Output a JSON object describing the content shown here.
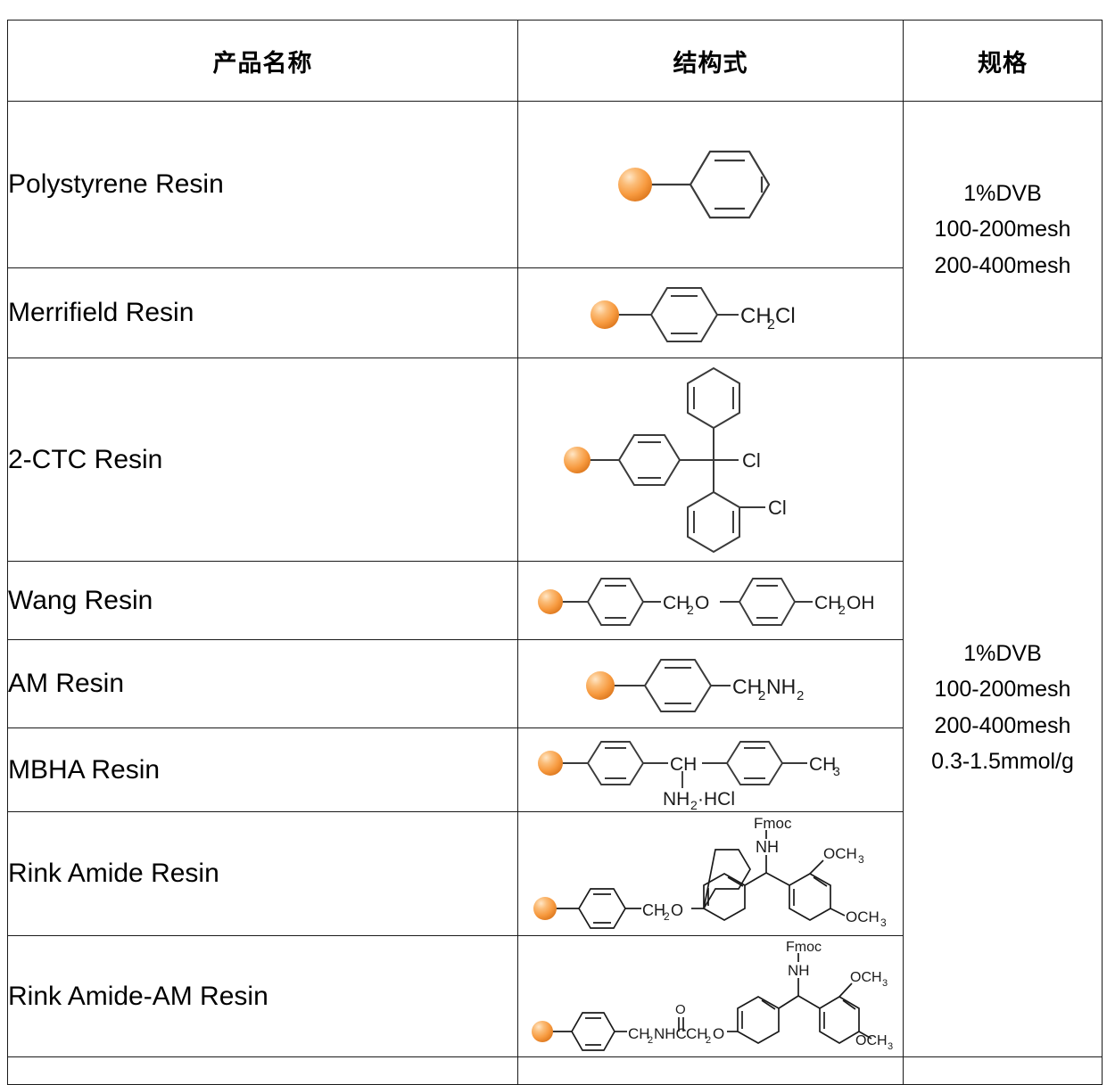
{
  "table": {
    "headers": {
      "product_name": "产品名称",
      "structure": "结构式",
      "specification": "规格"
    },
    "rows": [
      {
        "name": "Polystyrene Resin",
        "structure_type": "polystyrene"
      },
      {
        "name": "Merrifield Resin",
        "structure_type": "merrifield"
      },
      {
        "name": "2-CTC Resin",
        "structure_type": "ctc"
      },
      {
        "name": "Wang Resin",
        "structure_type": "wang"
      },
      {
        "name": "AM Resin",
        "structure_type": "am"
      },
      {
        "name": "MBHA Resin",
        "structure_type": "mbha"
      },
      {
        "name": "Rink Amide Resin",
        "structure_type": "rink-amide"
      },
      {
        "name": "Rink Amide-AM Resin",
        "structure_type": "rink-amide-am"
      }
    ],
    "spec_first": {
      "line1": "1%DVB",
      "line2": "100-200mesh",
      "line3": "200-400mesh"
    },
    "spec_second": {
      "line1": "1%DVB",
      "line2": "100-200mesh",
      "line3": "200-400mesh",
      "line4": "0.3-1.5mmol/g"
    }
  },
  "structure_labels": {
    "merrifield": {
      "ch2cl_c": "CH",
      "ch2cl_sub": "2",
      "ch2cl_cl": "Cl"
    },
    "ctc": {
      "cl_center": "Cl",
      "cl_ortho": "Cl"
    },
    "wang": {
      "ch2_c": "CH",
      "ch2_sub": "2",
      "o": "O",
      "ch2oh_c": "CH",
      "ch2oh_sub": "2",
      "ch2oh_oh": "OH"
    },
    "am": {
      "ch2_c": "CH",
      "ch2_sub": "2",
      "nh2_n": "NH",
      "nh2_sub": "2"
    },
    "mbha": {
      "ch": "CH",
      "nh2_n": "NH",
      "nh2_sub": "2",
      "hcl": "·HCl",
      "ch3_c": "CH",
      "ch3_sub": "3"
    },
    "rink": {
      "fmoc": "Fmoc",
      "nh": "NH",
      "och3_top_o": "OCH",
      "och3_top_sub": "3",
      "och3_bot_o": "OCH",
      "och3_bot_sub": "3",
      "ch2_c": "CH",
      "ch2_sub": "2",
      "o": "O"
    },
    "rinkam": {
      "fmoc": "Fmoc",
      "nh": "NH",
      "och3_top_o": "OCH",
      "och3_top_sub": "3",
      "och3_bot_o": "OCH",
      "och3_bot_sub": "3",
      "link_ch2": "CH",
      "link_ch2_sub": "2",
      "link_nhc": "NHC",
      "link_ch2b": "CH",
      "link_ch2b_sub": "2",
      "link_o": "O",
      "carbonyl_o": "O"
    }
  },
  "colors": {
    "border": "#1a1a1a",
    "bond": "#3a3a3a",
    "resin_bead_light": "#fcd7a8",
    "resin_bead_mid": "#f8a24a",
    "resin_bead_dark": "#e8822a",
    "text": "#000000",
    "background": "#ffffff"
  },
  "icons": {
    "resin_bead": "resin-bead-icon"
  }
}
